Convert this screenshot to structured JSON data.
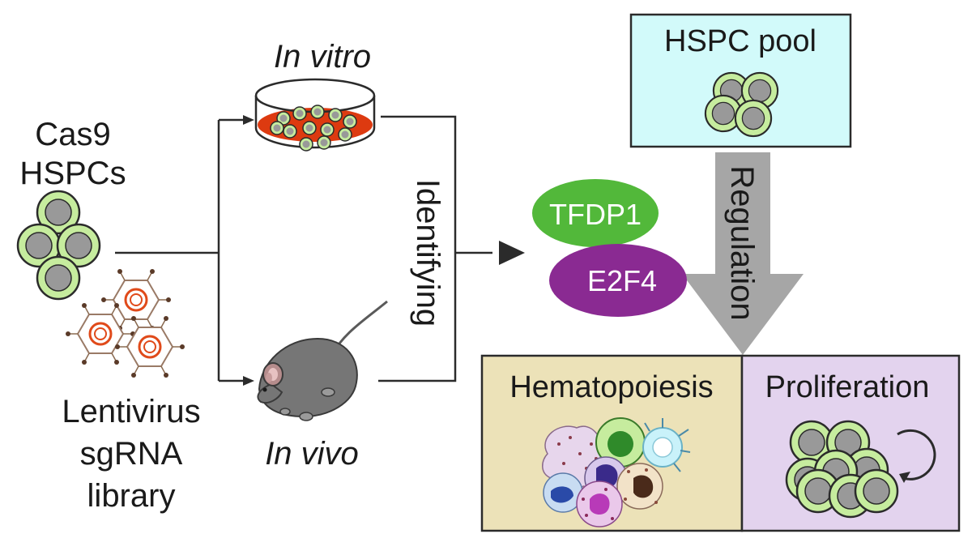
{
  "left": {
    "cells_title": [
      "Cas9",
      "HSPCs"
    ],
    "library_title": [
      "Lentivirus",
      "sgRNA",
      "library"
    ]
  },
  "screens": {
    "in_vitro": "In vitro",
    "in_vivo": "In vivo",
    "identifying": "Identifying"
  },
  "factors": {
    "tfdp1": "TFDP1",
    "e2f4": "E2F4"
  },
  "right": {
    "pool_title": "HSPC pool",
    "regulation": "Regulation",
    "hematopoiesis": "Hematopoiesis",
    "proliferation": "Proliferation"
  },
  "colors": {
    "cell_outer": "#c6ec9e",
    "cell_inner": "#999999",
    "dish_medium": "#dd3a10",
    "tfdp1": "#52b83a",
    "e2f4": "#8a2a92",
    "pool_box": "#d2fafa",
    "hema_box": "#ece2b8",
    "prolif_box": "#e3d3ee",
    "arrow_gray": "#a6a6a6",
    "mouse": "#767676"
  }
}
